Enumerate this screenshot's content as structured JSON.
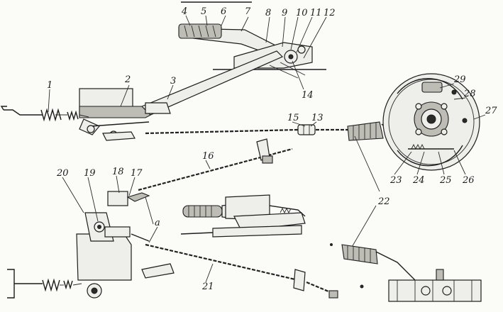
{
  "figure": {
    "callouts": [
      "1",
      "2",
      "3",
      "4",
      "5",
      "6",
      "7",
      "8",
      "9",
      "10",
      "11",
      "12",
      "13",
      "14",
      "15",
      "16",
      "17",
      "18",
      "19",
      "20",
      "21",
      "22",
      "23",
      "24",
      "25",
      "26",
      "27",
      "28",
      "29",
      "a"
    ]
  }
}
